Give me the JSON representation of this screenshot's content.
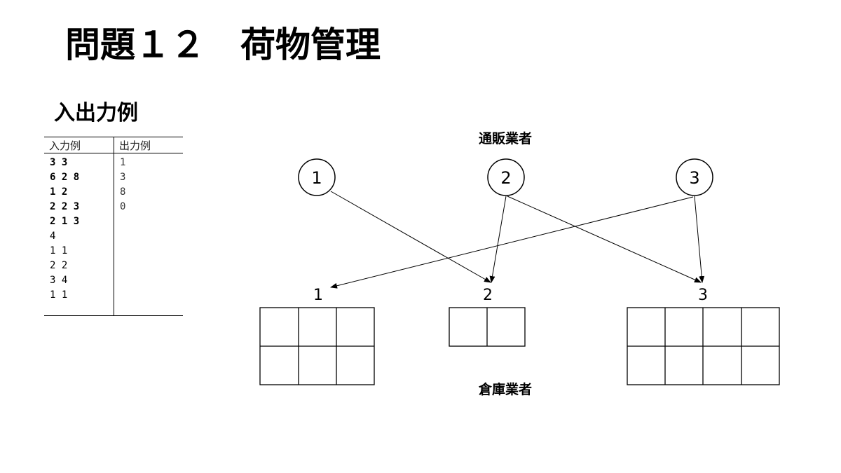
{
  "title": "問題１２　荷物管理",
  "subtitle": "入出力例",
  "io_table": {
    "input_header": "入力例",
    "output_header": "出力例",
    "input_lines": [
      {
        "text": "3 3",
        "bold": true
      },
      {
        "text": "6 2 8",
        "bold": true
      },
      {
        "text": "1 2",
        "bold": true
      },
      {
        "text": "2 2 3",
        "bold": true
      },
      {
        "text": "2 1 3",
        "bold": true
      },
      {
        "text": "4",
        "bold": false
      },
      {
        "text": "1 1",
        "bold": false
      },
      {
        "text": "2 2",
        "bold": false
      },
      {
        "text": "3 4",
        "bold": false
      },
      {
        "text": "1 1",
        "bold": false
      }
    ],
    "output_lines": [
      "1",
      "3",
      "8",
      "0"
    ]
  },
  "diagram": {
    "vendor_group_label": "通販業者",
    "warehouse_group_label": "倉庫業者",
    "vendors": [
      "1",
      "2",
      "3"
    ],
    "warehouses": [
      {
        "label": "1",
        "rows": 2,
        "cols": 3
      },
      {
        "label": "2",
        "rows": 1,
        "cols": 2
      },
      {
        "label": "3",
        "rows": 2,
        "cols": 4
      }
    ],
    "edges": [
      {
        "from": "1",
        "to": "2"
      },
      {
        "from": "2",
        "to": "2"
      },
      {
        "from": "2",
        "to": "3"
      },
      {
        "from": "3",
        "to": "1"
      },
      {
        "from": "3",
        "to": "3"
      }
    ]
  }
}
